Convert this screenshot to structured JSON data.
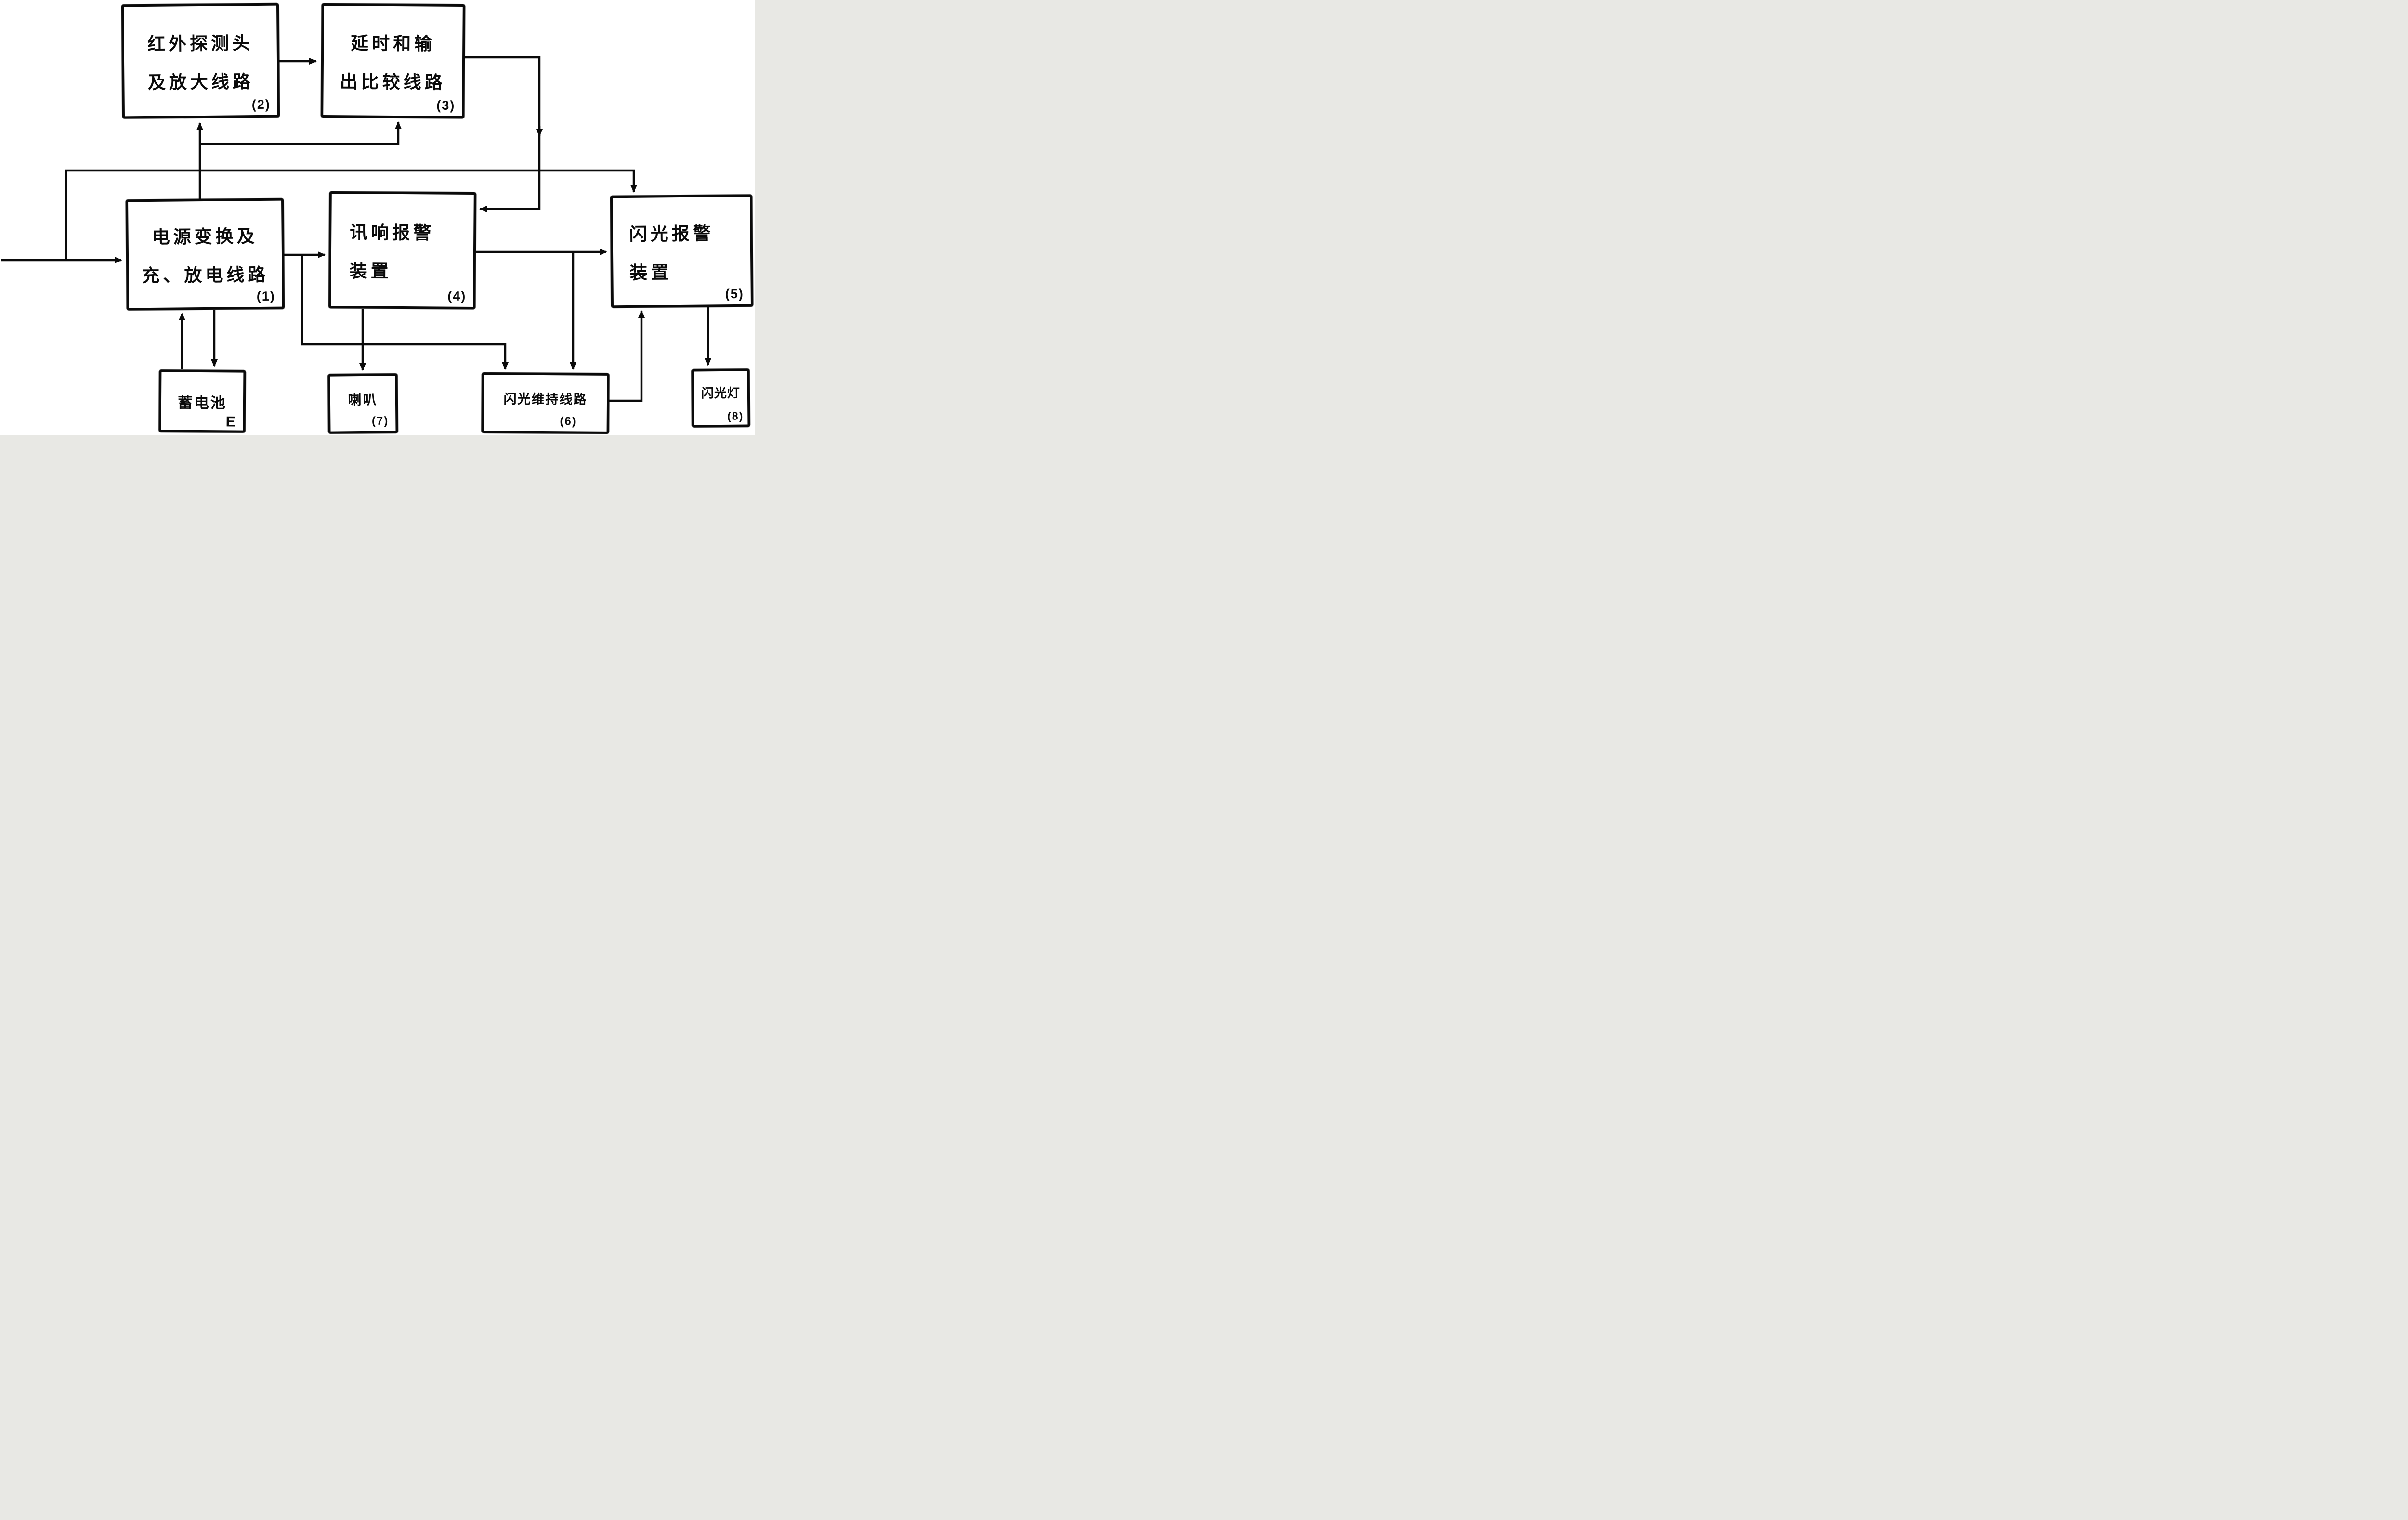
{
  "figure": {
    "type": "block-diagram",
    "description": "Hand-drawn block diagram of an infrared alarm system (bitonal scan)",
    "ink_color": "#0a0a0a",
    "paper_color": "#ffffff"
  },
  "boxes": {
    "infrared_detector": {
      "line1": "红外探测头",
      "line2": "及放大线路",
      "num": "(2)"
    },
    "delay_compare": {
      "line1": "延时和输",
      "line2": "出比较线路",
      "num": "(3)"
    },
    "power_convert": {
      "line1": "电源变换及",
      "line2": "充、放电线路",
      "num": "(1)"
    },
    "sound_alarm": {
      "line1": "讯响报警",
      "line2": "装置",
      "num": "(4)"
    },
    "flash_alarm": {
      "line1": "闪光报警",
      "line2": "装置",
      "num": "(5)"
    },
    "battery": {
      "line1": "蓄电池",
      "num": "E"
    },
    "horn": {
      "line1": "喇叭",
      "num": "(7)"
    },
    "flash_hold": {
      "line1": "闪光维持线路",
      "num": "(6)"
    },
    "flash_lamp": {
      "line1": "闪光灯",
      "num": "(8)"
    }
  },
  "connections": [
    {
      "from": "infrared_detector(2)",
      "to": "delay_compare(3)"
    },
    {
      "from": "power_convert(1)",
      "to": "infrared_detector(2)"
    },
    {
      "from": "power_convert(1)",
      "to": "delay_compare(3)"
    },
    {
      "from": "external_input",
      "to": "power_convert(1)"
    },
    {
      "from": "external_input",
      "to": "flash_alarm(5)"
    },
    {
      "from": "delay_compare(3)",
      "to": "sound_alarm(4)"
    },
    {
      "from": "power_convert(1)",
      "to": "sound_alarm(4)"
    },
    {
      "from": "sound_alarm(4)",
      "to": "flash_alarm(5)"
    },
    {
      "from": "sound_alarm(4)",
      "to": "flash_hold(6)"
    },
    {
      "from": "power_convert(1)",
      "to": "flash_hold(6)"
    },
    {
      "from": "sound_alarm(4)",
      "to": "horn(7)"
    },
    {
      "from": "battery(E)",
      "to": "power_convert(1)"
    },
    {
      "from": "power_convert(1)",
      "to": "battery(E)"
    },
    {
      "from": "flash_hold(6)",
      "to": "flash_alarm(5)"
    },
    {
      "from": "flash_alarm(5)",
      "to": "flash_lamp(8)"
    }
  ]
}
